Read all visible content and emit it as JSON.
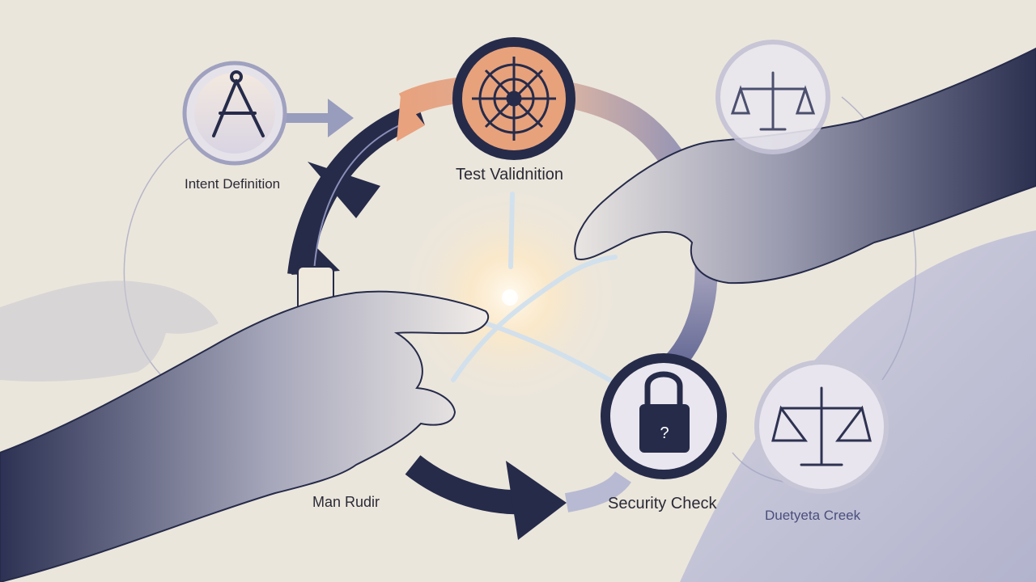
{
  "diagram": {
    "nodes": [
      {
        "id": "intent",
        "label": "Intent Definition",
        "icon": "compass-drafting-icon"
      },
      {
        "id": "test",
        "label": "Test Validnition",
        "icon": "ship-wheel-target-icon"
      },
      {
        "id": "man",
        "label": "Man Rudir",
        "icon": ""
      },
      {
        "id": "security",
        "label": "Security Check",
        "icon": "padlock-question-icon"
      },
      {
        "id": "duty",
        "label": "Duetyeta Creek",
        "icon": "balance-scale-icon"
      },
      {
        "id": "scale-top",
        "label": "",
        "icon": "balance-scale-icon"
      }
    ],
    "colors": {
      "background": "#ebe6dc",
      "navy": "#262b4a",
      "accent_orange": "#e8a27e",
      "lavender": "#8a8fb8",
      "glow": "#fff4d6"
    }
  }
}
